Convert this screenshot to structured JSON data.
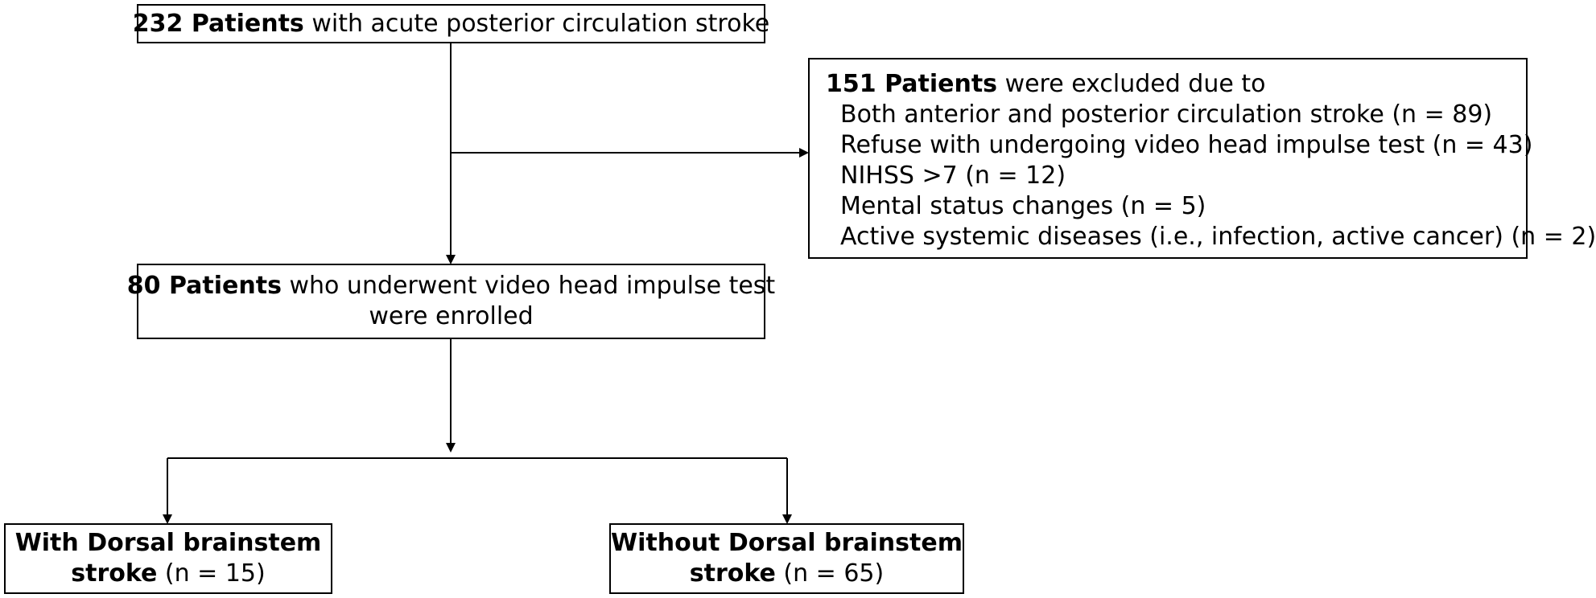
{
  "boxes": {
    "screened": {
      "count": "232 Patients",
      "text": " with acute posterior circulation stroke"
    },
    "excluded": {
      "count": "151 Patients",
      "text": " were excluded due to",
      "items": [
        "Both anterior and posterior circulation stroke (n = 89)",
        "Refuse with undergoing video head impulse test (n = 43)",
        "NIHSS >7 (n = 12)",
        "Mental status changes (n = 5)",
        "Active systemic diseases (i.e., infection, active cancer) (n = 2)"
      ]
    },
    "enrolled": {
      "count": "80 Patients",
      "line1": " who underwent video head impulse test",
      "line2": "were enrolled"
    },
    "with_dorsal": {
      "bold1": "With Dorsal brainstem",
      "bold2": "stroke",
      "n": " (n = 15)"
    },
    "without_dorsal": {
      "bold1": "Without Dorsal brainstem",
      "bold2": "stroke",
      "n": " (n = 65)"
    }
  },
  "colors": {
    "line": "#000000",
    "background": "#ffffff"
  }
}
